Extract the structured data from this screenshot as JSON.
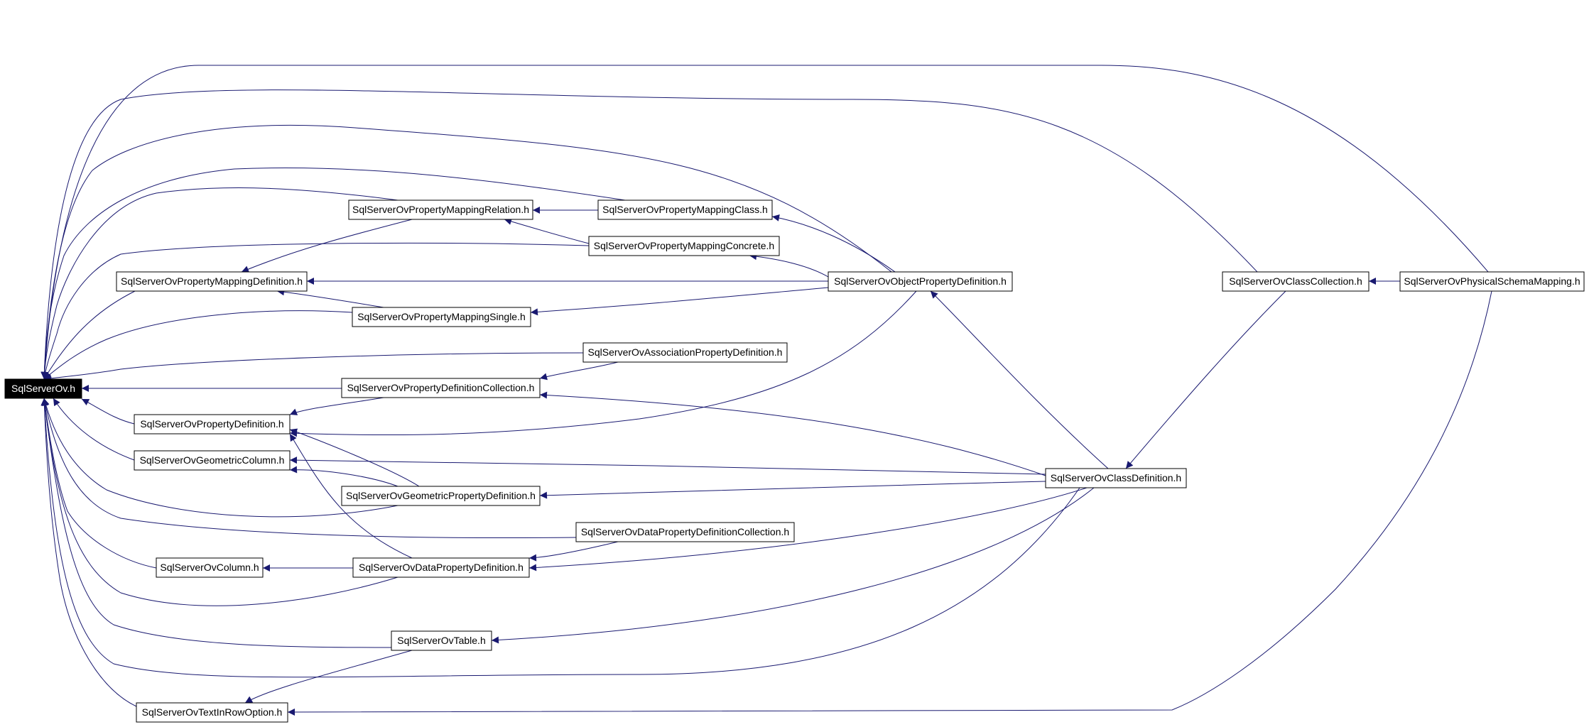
{
  "graph": {
    "edge_color": "#191970",
    "root_fill": "#000000",
    "nodes": [
      {
        "id": "root",
        "label": "SqlServerOv.h",
        "root": true
      },
      {
        "id": "pmrel",
        "label": "SqlServerOvPropertyMappingRelation.h"
      },
      {
        "id": "pmclass",
        "label": "SqlServerOvPropertyMappingClass.h"
      },
      {
        "id": "pmconc",
        "label": "SqlServerOvPropertyMappingConcrete.h"
      },
      {
        "id": "pmdef",
        "label": "SqlServerOvPropertyMappingDefinition.h"
      },
      {
        "id": "objprop",
        "label": "SqlServerOvObjectPropertyDefinition.h"
      },
      {
        "id": "classcoll",
        "label": "SqlServerOvClassCollection.h"
      },
      {
        "id": "physmap",
        "label": "SqlServerOvPhysicalSchemaMapping.h"
      },
      {
        "id": "pmsingle",
        "label": "SqlServerOvPropertyMappingSingle.h"
      },
      {
        "id": "assoc",
        "label": "SqlServerOvAssociationPropertyDefinition.h"
      },
      {
        "id": "propcoll",
        "label": "SqlServerOvPropertyDefinitionCollection.h"
      },
      {
        "id": "propdef",
        "label": "SqlServerOvPropertyDefinition.h"
      },
      {
        "id": "geocol",
        "label": "SqlServerOvGeometricColumn.h"
      },
      {
        "id": "classdef",
        "label": "SqlServerOvClassDefinition.h"
      },
      {
        "id": "geoprop",
        "label": "SqlServerOvGeometricPropertyDefinition.h"
      },
      {
        "id": "datacoll",
        "label": "SqlServerOvDataPropertyDefinitionCollection.h"
      },
      {
        "id": "column",
        "label": "SqlServerOvColumn.h"
      },
      {
        "id": "dataprop",
        "label": "SqlServerOvDataPropertyDefinition.h"
      },
      {
        "id": "table",
        "label": "SqlServerOvTable.h"
      },
      {
        "id": "textrow",
        "label": "SqlServerOvTextInRowOption.h"
      }
    ],
    "edges": [
      {
        "from": "physmap",
        "to": "root"
      },
      {
        "from": "classcoll",
        "to": "root"
      },
      {
        "from": "objprop",
        "to": "root"
      },
      {
        "from": "pmclass",
        "to": "root"
      },
      {
        "from": "pmrel",
        "to": "root"
      },
      {
        "from": "pmconc",
        "to": "root"
      },
      {
        "from": "pmdef",
        "to": "root"
      },
      {
        "from": "pmsingle",
        "to": "root"
      },
      {
        "from": "assoc",
        "to": "root"
      },
      {
        "from": "propcoll",
        "to": "root"
      },
      {
        "from": "propdef",
        "to": "root"
      },
      {
        "from": "geocol",
        "to": "root"
      },
      {
        "from": "geoprop",
        "to": "root"
      },
      {
        "from": "datacoll",
        "to": "root"
      },
      {
        "from": "column",
        "to": "root"
      },
      {
        "from": "dataprop",
        "to": "root"
      },
      {
        "from": "table",
        "to": "root"
      },
      {
        "from": "classdef",
        "to": "root"
      },
      {
        "from": "textrow",
        "to": "root"
      },
      {
        "from": "pmclass",
        "to": "pmrel"
      },
      {
        "from": "pmconc",
        "to": "pmrel"
      },
      {
        "from": "objprop",
        "to": "pmclass"
      },
      {
        "from": "objprop",
        "to": "pmconc"
      },
      {
        "from": "pmrel",
        "to": "pmdef"
      },
      {
        "from": "objprop",
        "to": "pmdef"
      },
      {
        "from": "pmsingle",
        "to": "pmdef"
      },
      {
        "from": "objprop",
        "to": "pmsingle"
      },
      {
        "from": "classdef",
        "to": "objprop"
      },
      {
        "from": "objprop",
        "to": "propdef"
      },
      {
        "from": "physmap",
        "to": "classcoll"
      },
      {
        "from": "classcoll",
        "to": "classdef"
      },
      {
        "from": "physmap",
        "to": "textrow"
      },
      {
        "from": "assoc",
        "to": "propcoll"
      },
      {
        "from": "classdef",
        "to": "propcoll"
      },
      {
        "from": "propcoll",
        "to": "propdef"
      },
      {
        "from": "geoprop",
        "to": "propdef"
      },
      {
        "from": "dataprop",
        "to": "propdef"
      },
      {
        "from": "classdef",
        "to": "geocol"
      },
      {
        "from": "geoprop",
        "to": "geocol"
      },
      {
        "from": "classdef",
        "to": "geoprop"
      },
      {
        "from": "datacoll",
        "to": "dataprop"
      },
      {
        "from": "classdef",
        "to": "dataprop"
      },
      {
        "from": "dataprop",
        "to": "column"
      },
      {
        "from": "classdef",
        "to": "table"
      },
      {
        "from": "table",
        "to": "textrow"
      }
    ]
  }
}
